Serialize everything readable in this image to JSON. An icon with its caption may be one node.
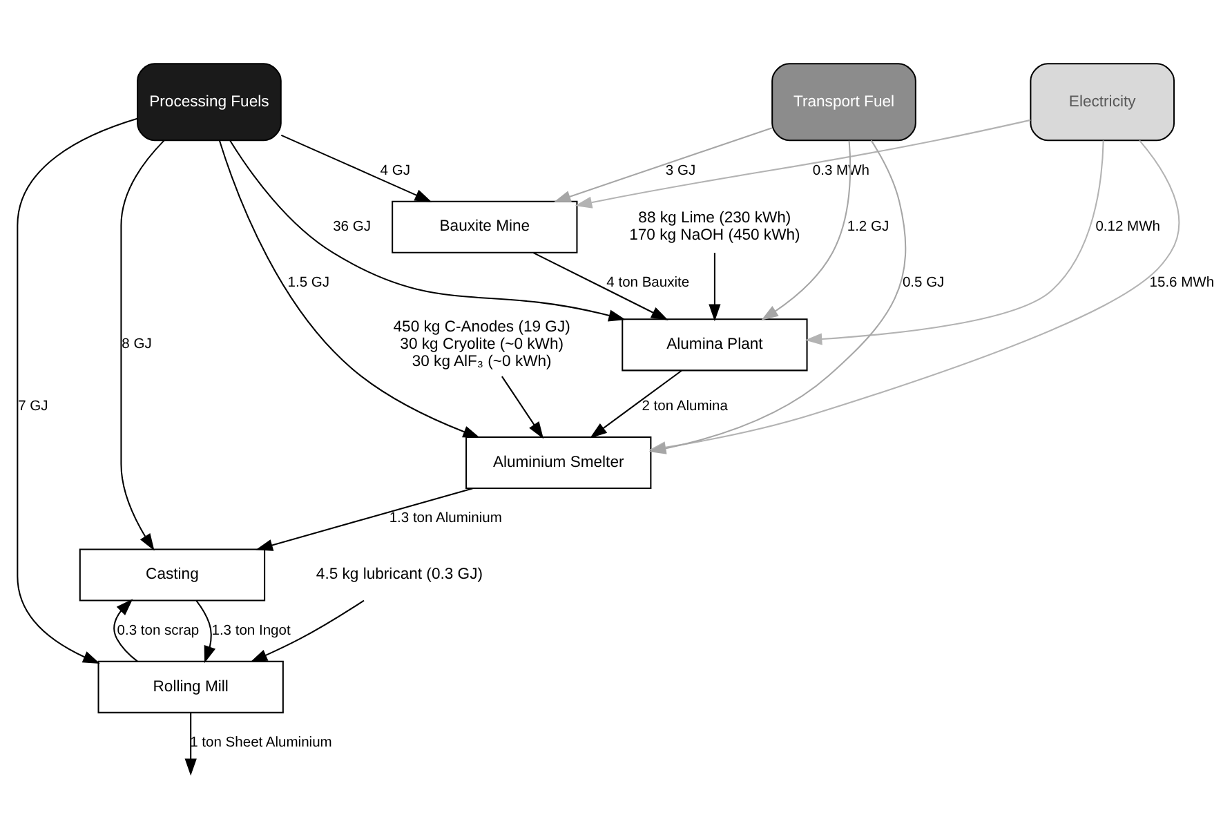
{
  "diagram": {
    "nodes": [
      {
        "text": [
          "Electricity"
        ]
      },
      {
        "text": [
          "Processing Fuels"
        ]
      },
      {
        "text": [
          "Transport Fuel"
        ]
      },
      {
        "text": [
          "Bauxite Mine"
        ]
      },
      {
        "text": [
          "Alumina Plant"
        ]
      },
      {
        "text": [
          "Aluminium Smelter"
        ]
      },
      {
        "text": [
          "Casting"
        ]
      },
      {
        "text": [
          "Rolling Mill"
        ]
      },
      {
        "text": [
          "88 kg Lime (230 kWh)",
          "170 kg NaOH (450 kWh)"
        ]
      },
      {
        "text": [
          "450 kg C-Anodes (19 GJ)",
          "30 kg Cryolite (~0 kWh)",
          "30 kg AlF₃ (~0 kWh)"
        ]
      },
      {
        "text": [
          "4.5 kg lubricant (0.3 GJ)"
        ]
      }
    ],
    "edges": [
      {
        "from": 0,
        "to": 3,
        "arrow": "to",
        "label": "0.3 MWh",
        "color": "#b3b3b3"
      },
      {
        "from": 0,
        "to": 4,
        "arrow": "to",
        "label": "0.12 MWh",
        "color": "#b3b3b3"
      },
      {
        "from": 0,
        "to": 5,
        "arrow": "to",
        "label": "15.6 MWh",
        "color": "#b3b3b3"
      },
      {
        "from": 1,
        "to": 3,
        "arrow": "to",
        "label": "4 GJ"
      },
      {
        "from": 1,
        "to": 4,
        "arrow": "to",
        "label": "36 GJ"
      },
      {
        "from": 1,
        "to": 5,
        "arrow": "to",
        "label": "1.5 GJ"
      },
      {
        "from": 1,
        "to": 6,
        "arrow": "to",
        "label": "8 GJ"
      },
      {
        "from": 1,
        "to": 7,
        "arrow": "to",
        "label": "7 GJ"
      },
      {
        "from": 2,
        "to": 3,
        "arrow": "to",
        "label": "3 GJ",
        "color": "#a6a6a6"
      },
      {
        "from": 2,
        "to": 4,
        "arrow": "to",
        "label": "1.2 GJ",
        "color": "#a6a6a6"
      },
      {
        "from": 2,
        "to": 5,
        "arrow": "to",
        "label": "0.5 GJ",
        "color": "#a6a6a6"
      },
      {
        "from": 3,
        "to": 4,
        "arrow": "to",
        "label": "4 ton Bauxite"
      },
      {
        "from": 4,
        "to": 5,
        "arrow": "to",
        "label": "2 ton Alumina"
      },
      {
        "from": 5,
        "to": 6,
        "arrow": "to",
        "label": "1.3 ton Aluminium"
      },
      {
        "from": 6,
        "to": 7,
        "arrow": "to",
        "label": "1.3 ton Ingot"
      },
      {
        "from": 7,
        "to": 6,
        "arrow": "to",
        "label": "0.3 ton scrap"
      },
      {
        "from": 8,
        "to": 4,
        "arrow": "to"
      },
      {
        "from": 9,
        "to": 5,
        "arrow": "to"
      },
      {
        "from": 10,
        "to": 7,
        "arrow": "to"
      },
      {
        "from": 7,
        "to": null,
        "arrow": "to",
        "label": "1 ton Sheet Aluminium"
      }
    ]
  }
}
